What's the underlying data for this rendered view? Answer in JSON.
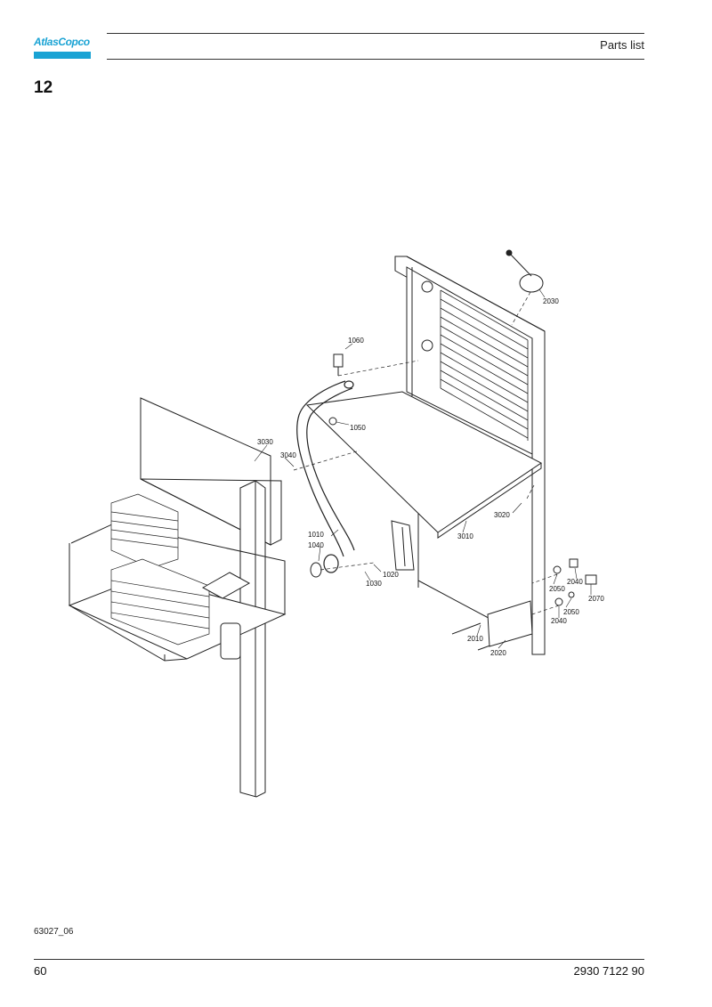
{
  "header": {
    "logo_text": "AtlasCopco",
    "title": "Parts list"
  },
  "section": {
    "number": "12"
  },
  "diagram": {
    "callouts": [
      "2030",
      "1060",
      "1050",
      "3030",
      "3040",
      "1010",
      "1040",
      "1020",
      "1030",
      "3010",
      "3020",
      "2050",
      "2040",
      "2070",
      "2050",
      "2040",
      "2010",
      "2020"
    ]
  },
  "footer": {
    "drawing_ref": "63027_06",
    "page_number": "60",
    "doc_number": "2930 7122 90"
  }
}
